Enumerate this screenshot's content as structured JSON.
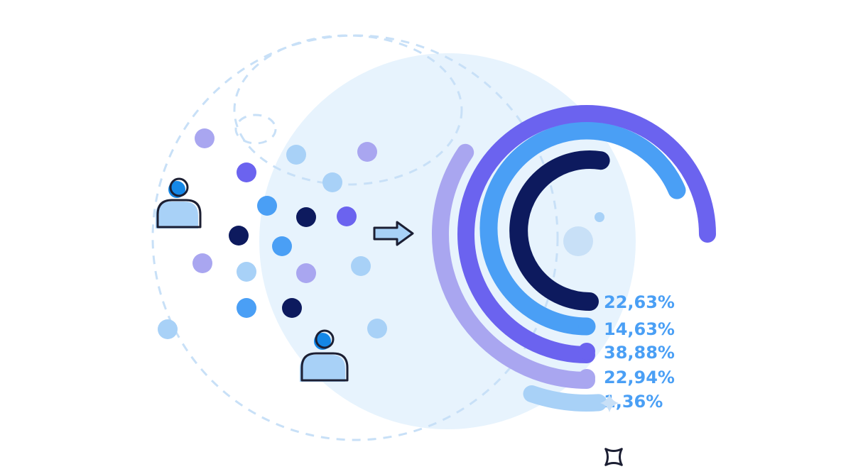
{
  "chart_data": {
    "type": "radial-bar",
    "values_percent": [
      22.63,
      14.63,
      38.88,
      22.94,
      1.36
    ],
    "labels": [
      "22,63%",
      "14,63%",
      "38,88%",
      "22,94%",
      "1,36%"
    ],
    "colors": [
      "#0d1a5e",
      "#4a9ff5",
      "#6b63ef",
      "#a9a6f0",
      "#a8d1f7"
    ]
  },
  "colors": {
    "label_text": "#4a9ff5",
    "dot_dark": "#0d1a5e",
    "dot_violet": "#6b63ef",
    "dot_blue": "#4a9ff5",
    "dot_light_violet": "#a9a6f0",
    "dot_light_blue": "#a8d1f7",
    "circle_bg": "#e7f3fd",
    "outline": "#1c1f33"
  },
  "icons": {
    "person": "user-icon",
    "arrow": "arrow-right-icon",
    "sparkle": "sparkle-icon"
  }
}
